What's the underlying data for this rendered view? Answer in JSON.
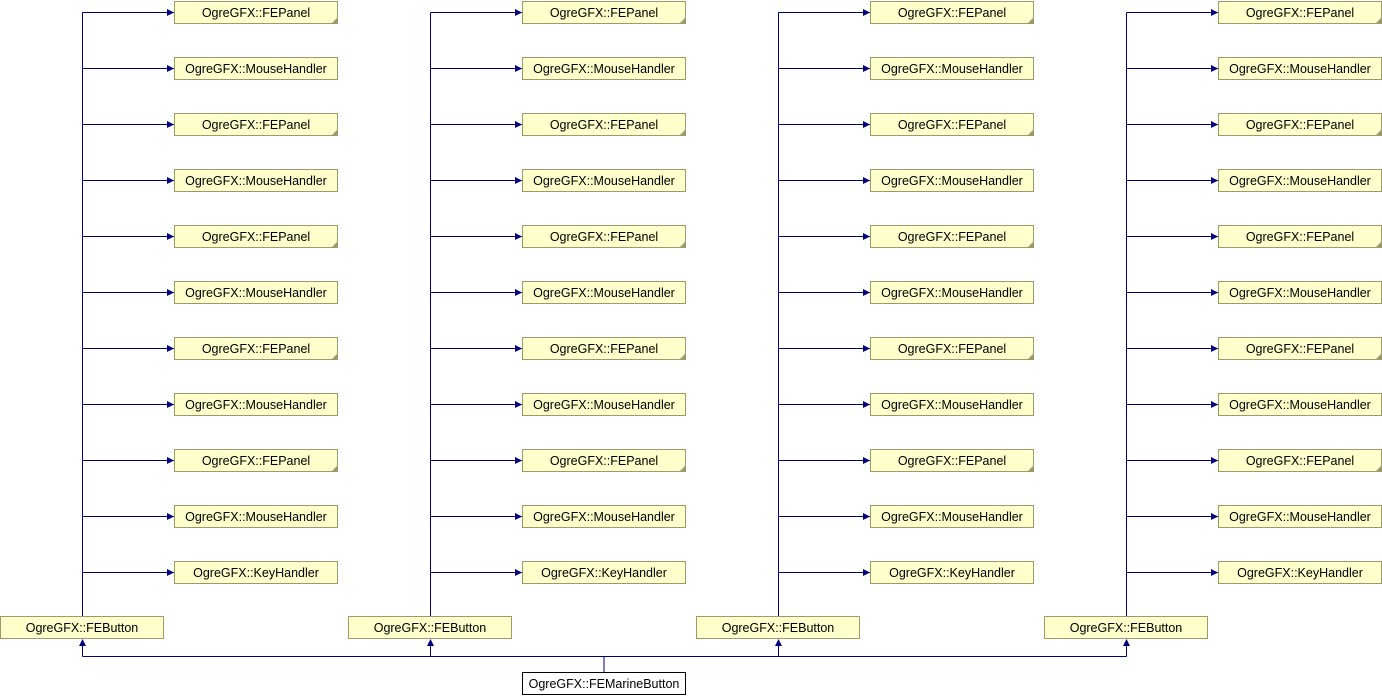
{
  "diagram": {
    "target": "OgreGFX::FEMarineButton",
    "groups": [
      {
        "base": "OgreGFX::FEButton",
        "bases": [
          {
            "label": "OgreGFX::FEPanel",
            "folded": true
          },
          {
            "label": "OgreGFX::MouseHandler",
            "folded": false
          },
          {
            "label": "OgreGFX::FEPanel",
            "folded": true
          },
          {
            "label": "OgreGFX::MouseHandler",
            "folded": false
          },
          {
            "label": "OgreGFX::FEPanel",
            "folded": true
          },
          {
            "label": "OgreGFX::MouseHandler",
            "folded": false
          },
          {
            "label": "OgreGFX::FEPanel",
            "folded": true
          },
          {
            "label": "OgreGFX::MouseHandler",
            "folded": false
          },
          {
            "label": "OgreGFX::FEPanel",
            "folded": true
          },
          {
            "label": "OgreGFX::MouseHandler",
            "folded": false
          },
          {
            "label": "OgreGFX::KeyHandler",
            "folded": false
          }
        ]
      },
      {
        "base": "OgreGFX::FEButton",
        "bases": [
          {
            "label": "OgreGFX::FEPanel",
            "folded": true
          },
          {
            "label": "OgreGFX::MouseHandler",
            "folded": false
          },
          {
            "label": "OgreGFX::FEPanel",
            "folded": true
          },
          {
            "label": "OgreGFX::MouseHandler",
            "folded": false
          },
          {
            "label": "OgreGFX::FEPanel",
            "folded": true
          },
          {
            "label": "OgreGFX::MouseHandler",
            "folded": false
          },
          {
            "label": "OgreGFX::FEPanel",
            "folded": true
          },
          {
            "label": "OgreGFX::MouseHandler",
            "folded": false
          },
          {
            "label": "OgreGFX::FEPanel",
            "folded": true
          },
          {
            "label": "OgreGFX::MouseHandler",
            "folded": false
          },
          {
            "label": "OgreGFX::KeyHandler",
            "folded": false
          }
        ]
      },
      {
        "base": "OgreGFX::FEButton",
        "bases": [
          {
            "label": "OgreGFX::FEPanel",
            "folded": true
          },
          {
            "label": "OgreGFX::MouseHandler",
            "folded": false
          },
          {
            "label": "OgreGFX::FEPanel",
            "folded": true
          },
          {
            "label": "OgreGFX::MouseHandler",
            "folded": false
          },
          {
            "label": "OgreGFX::FEPanel",
            "folded": true
          },
          {
            "label": "OgreGFX::MouseHandler",
            "folded": false
          },
          {
            "label": "OgreGFX::FEPanel",
            "folded": true
          },
          {
            "label": "OgreGFX::MouseHandler",
            "folded": false
          },
          {
            "label": "OgreGFX::FEPanel",
            "folded": true
          },
          {
            "label": "OgreGFX::MouseHandler",
            "folded": false
          },
          {
            "label": "OgreGFX::KeyHandler",
            "folded": false
          }
        ]
      },
      {
        "base": "OgreGFX::FEButton",
        "bases": [
          {
            "label": "OgreGFX::FEPanel",
            "folded": true
          },
          {
            "label": "OgreGFX::MouseHandler",
            "folded": false
          },
          {
            "label": "OgreGFX::FEPanel",
            "folded": true
          },
          {
            "label": "OgreGFX::MouseHandler",
            "folded": false
          },
          {
            "label": "OgreGFX::FEPanel",
            "folded": true
          },
          {
            "label": "OgreGFX::MouseHandler",
            "folded": false
          },
          {
            "label": "OgreGFX::FEPanel",
            "folded": true
          },
          {
            "label": "OgreGFX::MouseHandler",
            "folded": false
          },
          {
            "label": "OgreGFX::FEPanel",
            "folded": true
          },
          {
            "label": "OgreGFX::MouseHandler",
            "folded": false
          },
          {
            "label": "OgreGFX::KeyHandler",
            "folded": false
          }
        ]
      }
    ]
  }
}
